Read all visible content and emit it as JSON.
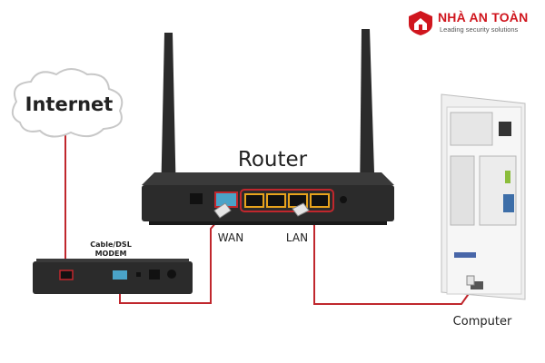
{
  "brand": {
    "name": "NHÀ AN TOÀN",
    "tagline": "Leading security solutions"
  },
  "labels": {
    "internet": "Internet",
    "router": "Router",
    "wan": "WAN",
    "lan": "LAN",
    "modem_line1": "Cable/DSL",
    "modem_line2": "MODEM",
    "computer": "Computer"
  },
  "colors": {
    "cable": "#c0272d",
    "brand": "#d0161e",
    "port": "#e8a31c",
    "wan_port": "#4aa3c8",
    "device": "#2b2b2b"
  },
  "icons": {
    "brand": "house-shield-logo"
  }
}
